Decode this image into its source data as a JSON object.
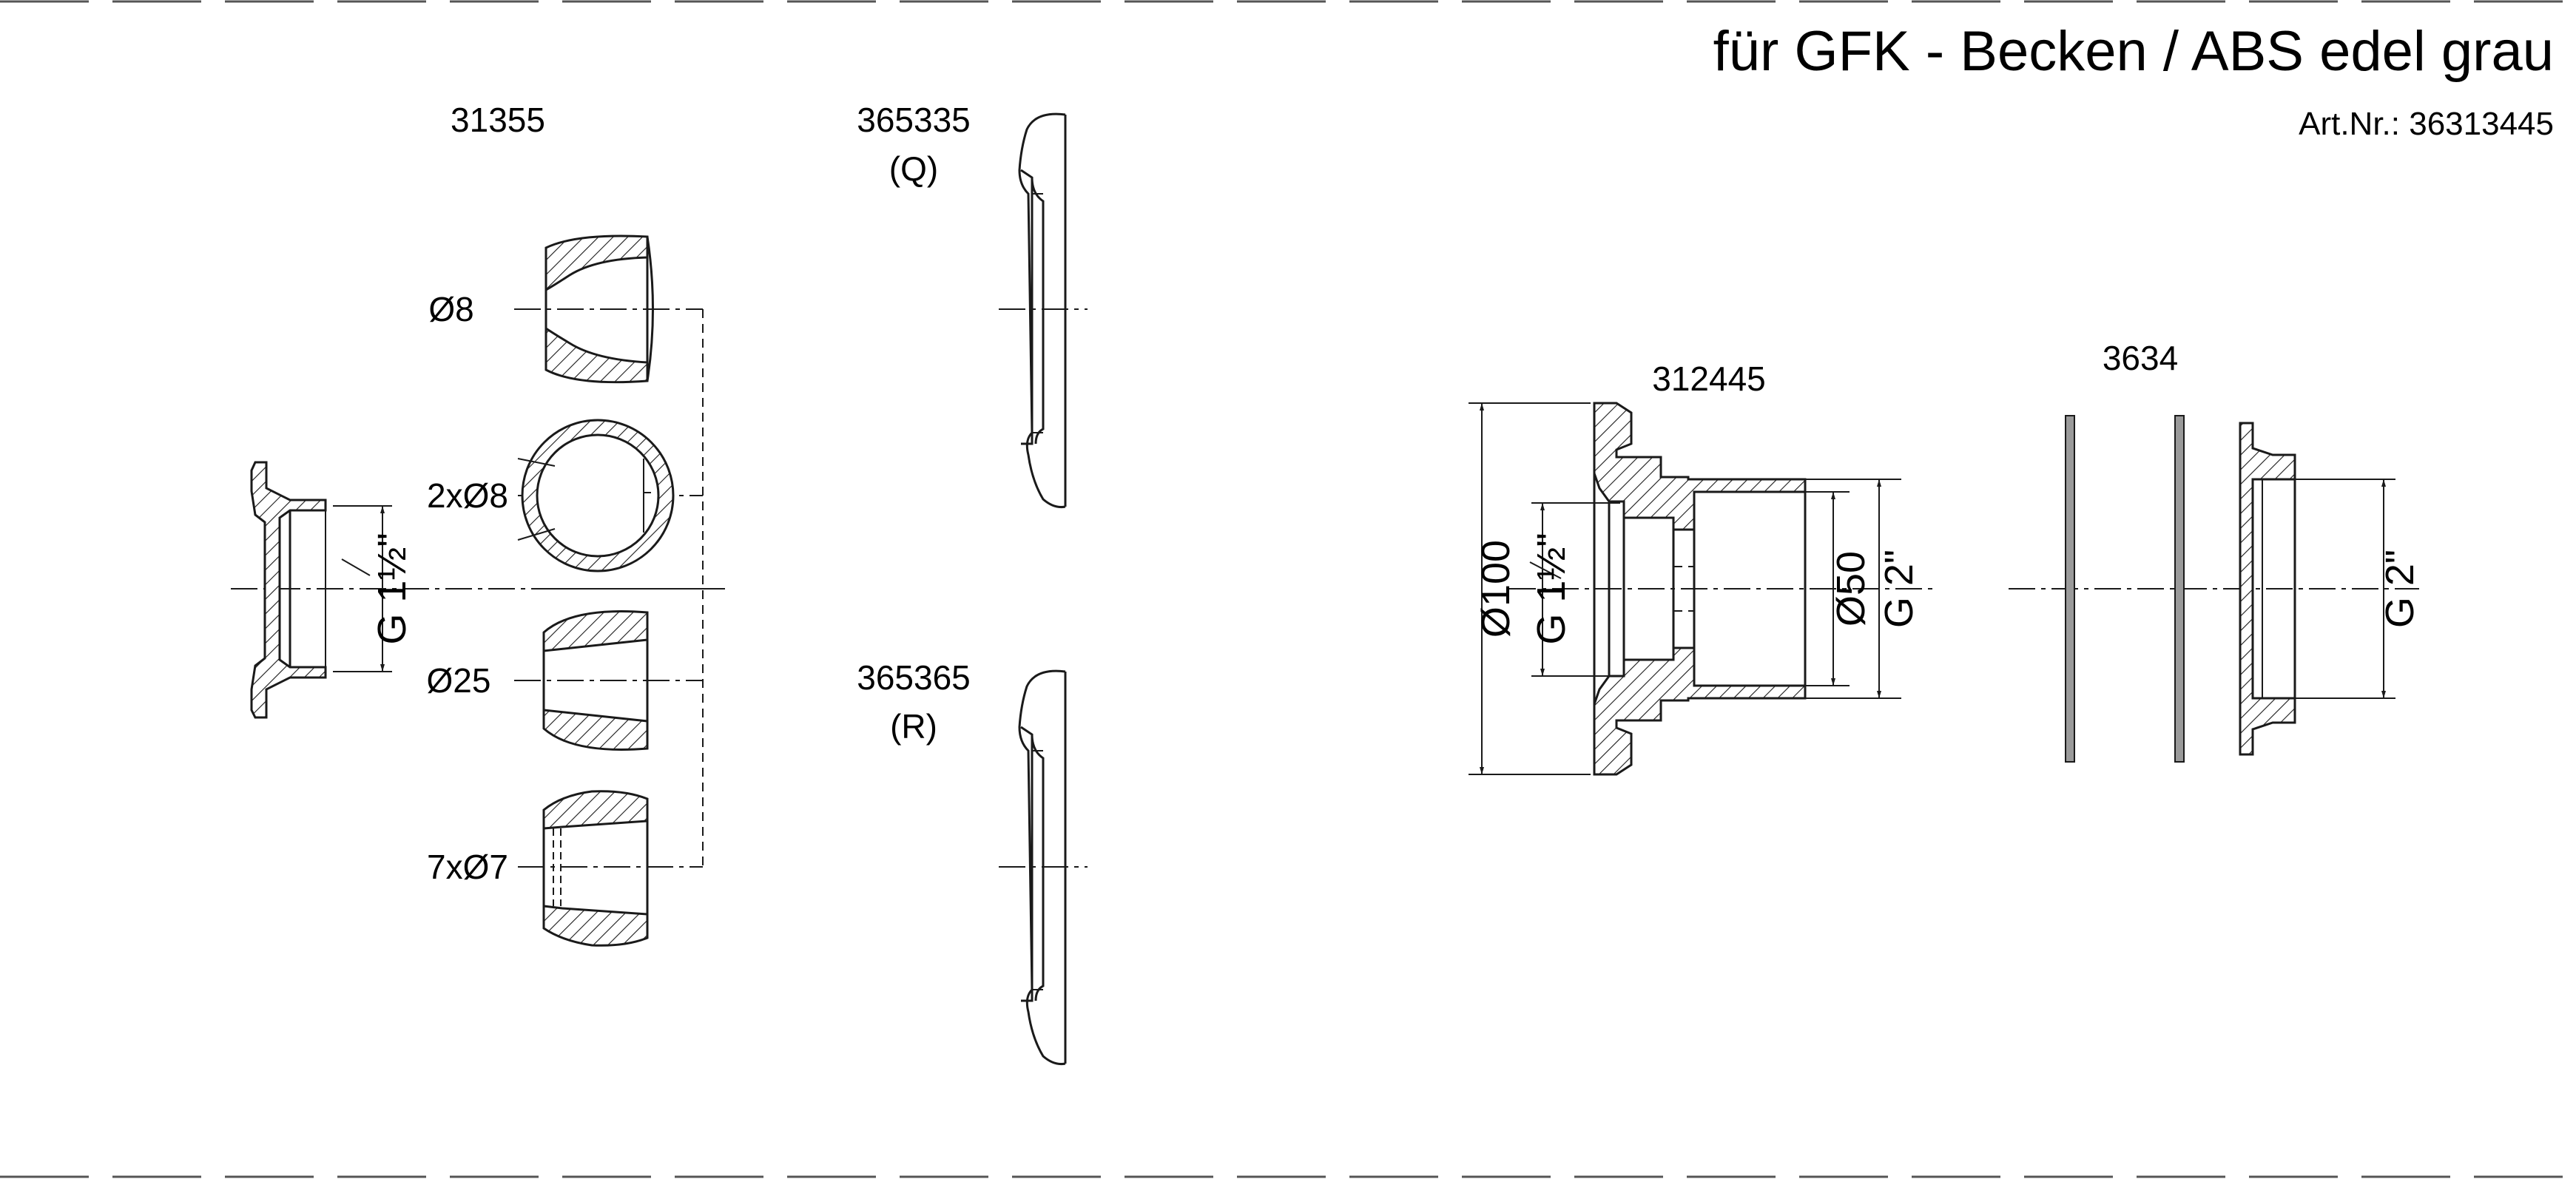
{
  "title": "für GFK - Becken / ABS edel grau",
  "article_number": "Art.Nr.: 36313445",
  "parts": [
    {
      "number": "31355",
      "sub": ""
    },
    {
      "number": "365335",
      "sub": "(Q)"
    },
    {
      "number": "365365",
      "sub": "(R)"
    },
    {
      "number": "312445",
      "sub": ""
    },
    {
      "number": "3634",
      "sub": ""
    }
  ],
  "nozzle_labels": [
    "Ø8",
    "2xØ8",
    "Ø25",
    "7xØ7"
  ],
  "dimensions": {
    "left_thread": "G 1½\"",
    "flange_outer": "Ø100",
    "flange_thread": "G 1½\"",
    "flange_diameter": "Ø50",
    "flange_outlet_thread": "G 2\"",
    "nut_thread": "G 2\""
  },
  "colors": {
    "line": "#1a1a1a",
    "gasket_fill": "#9a9a9a",
    "background": "#ffffff"
  }
}
